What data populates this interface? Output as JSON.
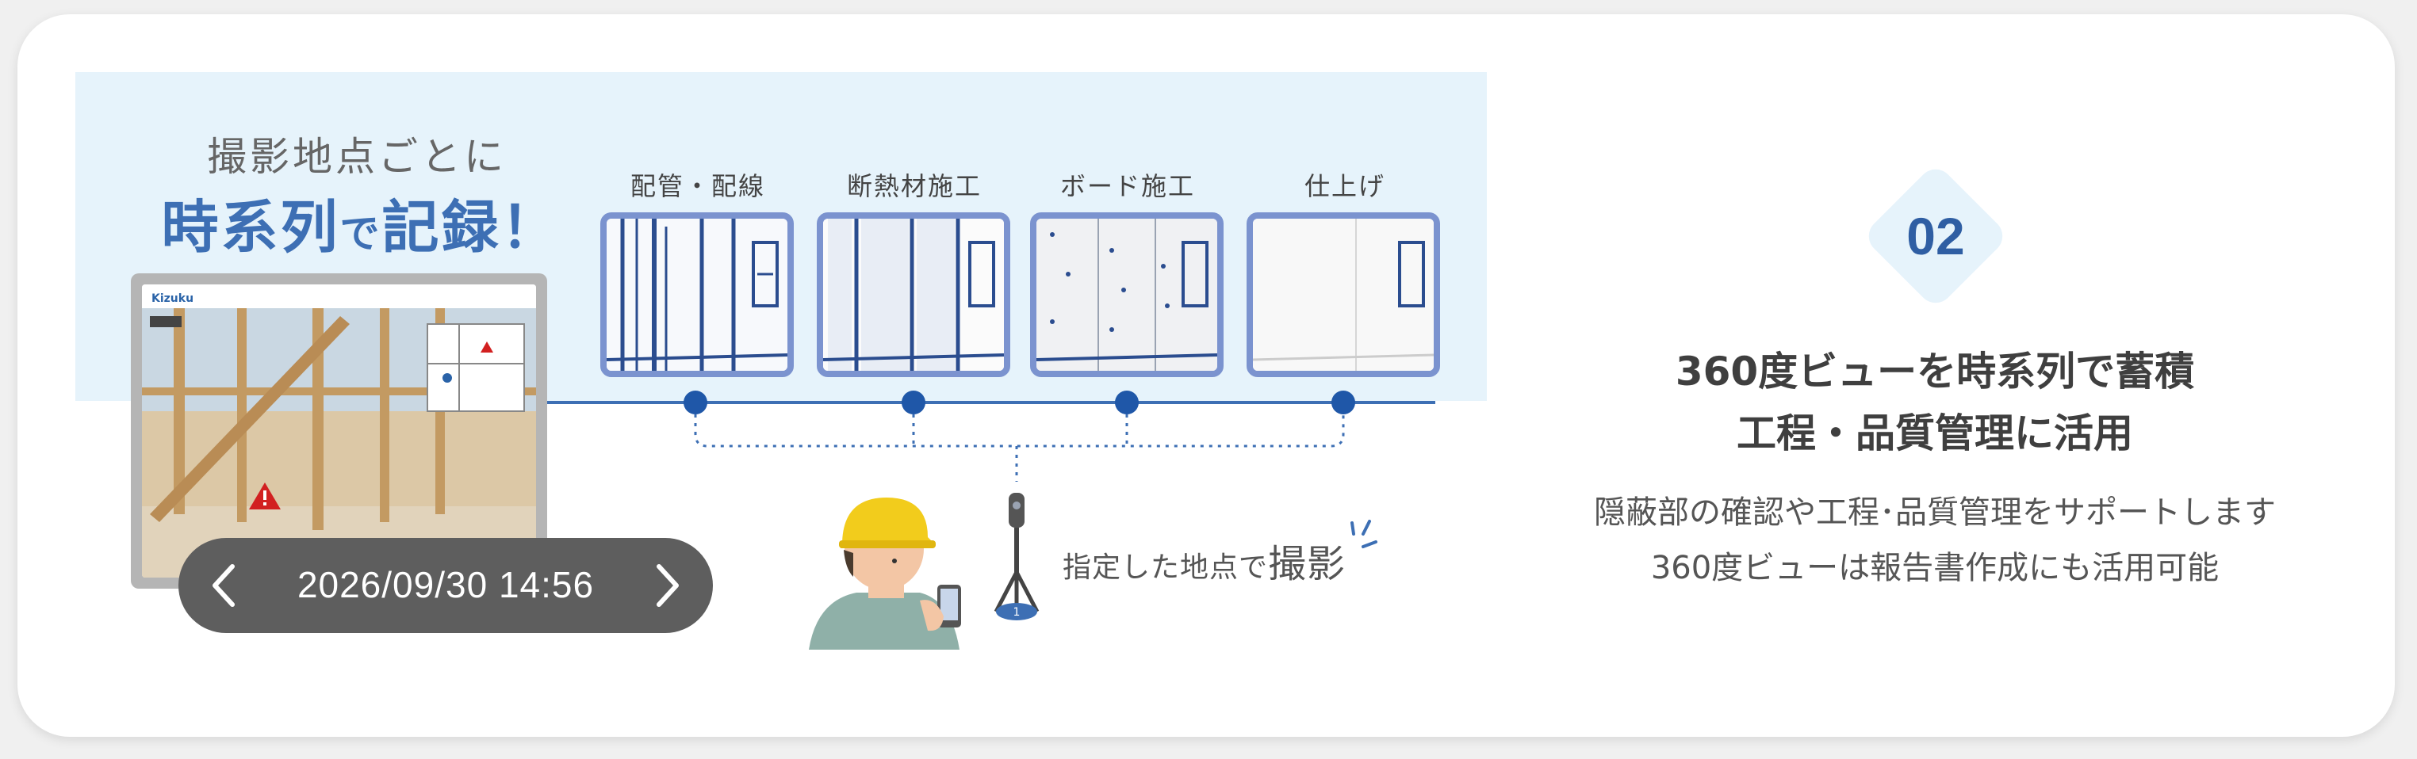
{
  "headline": {
    "line1": "撮影地点ごとに",
    "line2_part1": "時系列",
    "line2_part2": "で",
    "line2_part3": "記録！"
  },
  "stages": [
    {
      "label": "配管・配線"
    },
    {
      "label": "断熱材施工"
    },
    {
      "label": "ボード施工"
    },
    {
      "label": "仕上げ"
    }
  ],
  "tablet": {
    "logo": "Kizuku"
  },
  "date_pill": {
    "datetime": "2026/09/30 14:56"
  },
  "tripod_marker": "1",
  "shoot_caption": {
    "text": "指定した地点で",
    "emphasis": "撮影"
  },
  "feature": {
    "number": "02",
    "title_line1": "360度ビューを時系列で蓄積",
    "title_line2": "工程・品質管理に活用",
    "desc_line1": "隠蔽部の確認や工程･品質管理をサポートします",
    "desc_line2": "360度ビューは報告書作成にも活用可能"
  },
  "colors": {
    "accent_blue": "#2f5ea3",
    "band": "#e6f3fb",
    "frame": "#7b93cf",
    "timeline": "#3d6fb4",
    "dot": "#1f57a8",
    "pill": "#5e5e5e"
  }
}
